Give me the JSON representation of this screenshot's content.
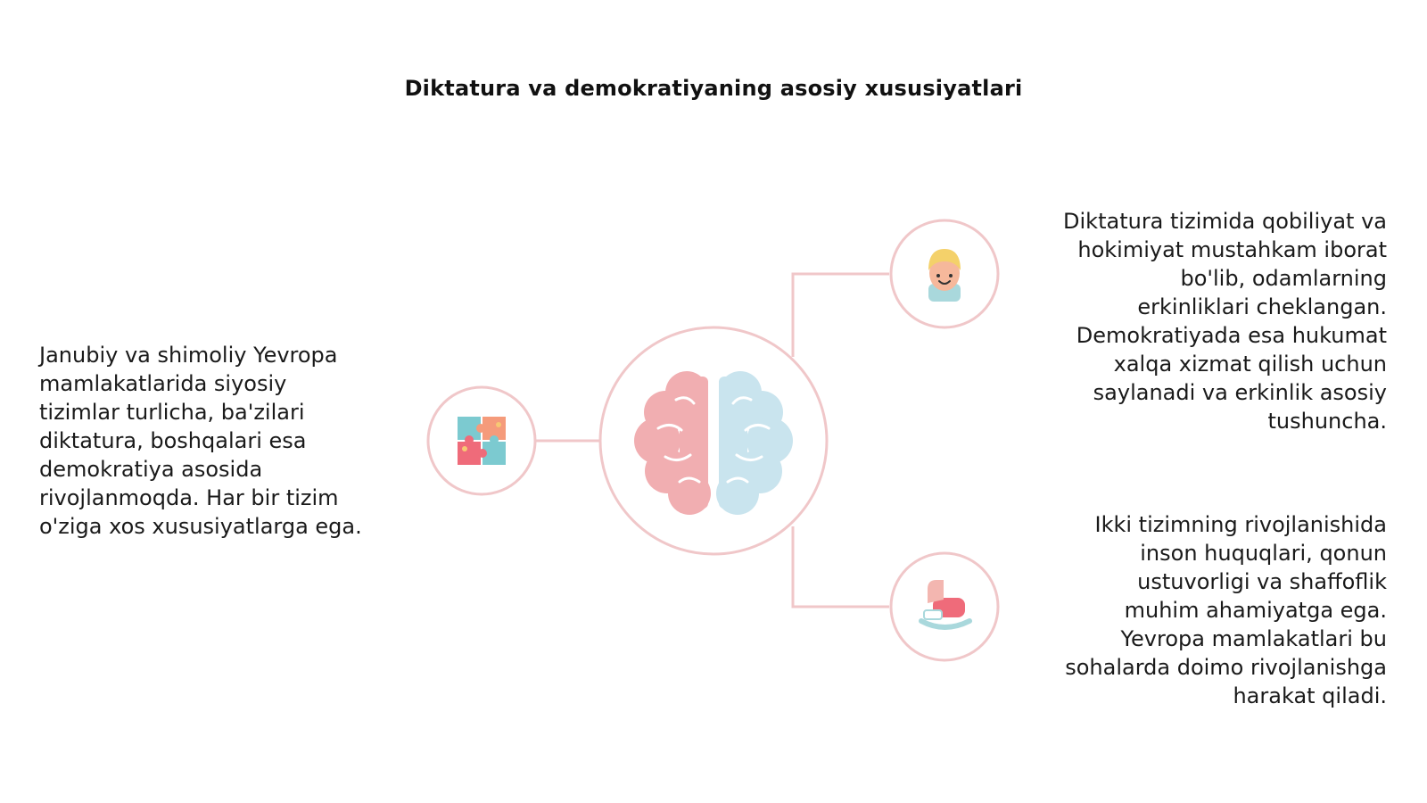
{
  "title": "Diktatura va demokratiyaning asosiy xususiyatlari",
  "colors": {
    "connector": "#f0c7c9",
    "brain_left": "#f1aeb1",
    "brain_right": "#c9e4ee",
    "text": "#1a1a1a"
  },
  "center": {
    "icon": "brain-icon"
  },
  "blocks": {
    "left": {
      "icon": "puzzle-icon",
      "text": "Janubiy va shimoliy Yevropa\nmamlakatlarida siyosiy\ntizimlar turlicha, ba'zilari\ndiktatura, boshqalari esa\ndemokratiya asosida\nrivojlanmoqda. Har bir tizim\no'ziga xos xususiyatlarga ega."
    },
    "right_top": {
      "icon": "child-face-icon",
      "text": "Diktatura tizimida qobiliyat va\nhokimiyat mustahkam iborat\nbo'lib, odamlarning\nerkinliklari cheklangan.\nDemokratiyada esa hukumat\nxalqa xizmat qilish uchun\nsaylanadi va erkinlik asosiy\ntushuncha."
    },
    "right_bottom": {
      "icon": "rocking-horse-icon",
      "text": "Ikki tizimning rivojlanishida\ninson huquqlari, qonun\nustuvorligi va shaffoflik\nmuhim ahamiyatga ega.\nYevropa mamlakatlari bu\nsohalarda doimo rivojlanishga\nharakat qiladi."
    }
  }
}
